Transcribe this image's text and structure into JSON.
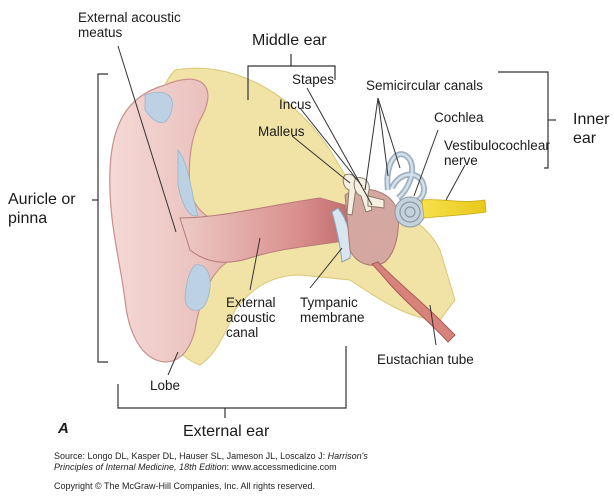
{
  "labels": {
    "external_acoustic_meatus_1": "External acoustic",
    "external_acoustic_meatus_2": "meatus",
    "middle_ear": "Middle ear",
    "stapes": "Stapes",
    "semicircular_canals": "Semicircular canals",
    "incus": "Incus",
    "malleus": "Malleus",
    "cochlea": "Cochlea",
    "vestibulocochlear_1": "Vestibulocochlear",
    "vestibulocochlear_2": "nerve",
    "inner_ear_1": "Inner",
    "inner_ear_2": "ear",
    "auricle_1": "Auricle or",
    "auricle_2": "pinna",
    "external_acoustic_canal_1": "External",
    "external_acoustic_canal_2": "acoustic",
    "external_acoustic_canal_3": "canal",
    "tympanic_membrane_1": "Tympanic",
    "tympanic_membrane_2": "membrane",
    "eustachian_tube": "Eustachian tube",
    "lobe": "Lobe",
    "external_ear": "External ear",
    "figure_letter": "A"
  },
  "source": {
    "line1_prefix": "Source: Longo DL, Kasper DL, Hauser SL, Jameson JL, Loscalzo J: ",
    "line1_title": "Harrison's",
    "line2_title": "Principles of Internal Medicine, 18th Edition",
    "line2_suffix": ": www.accessmedicine.com",
    "copyright": "Copyright © The McGraw-Hill Companies, Inc. All rights reserved."
  }
}
